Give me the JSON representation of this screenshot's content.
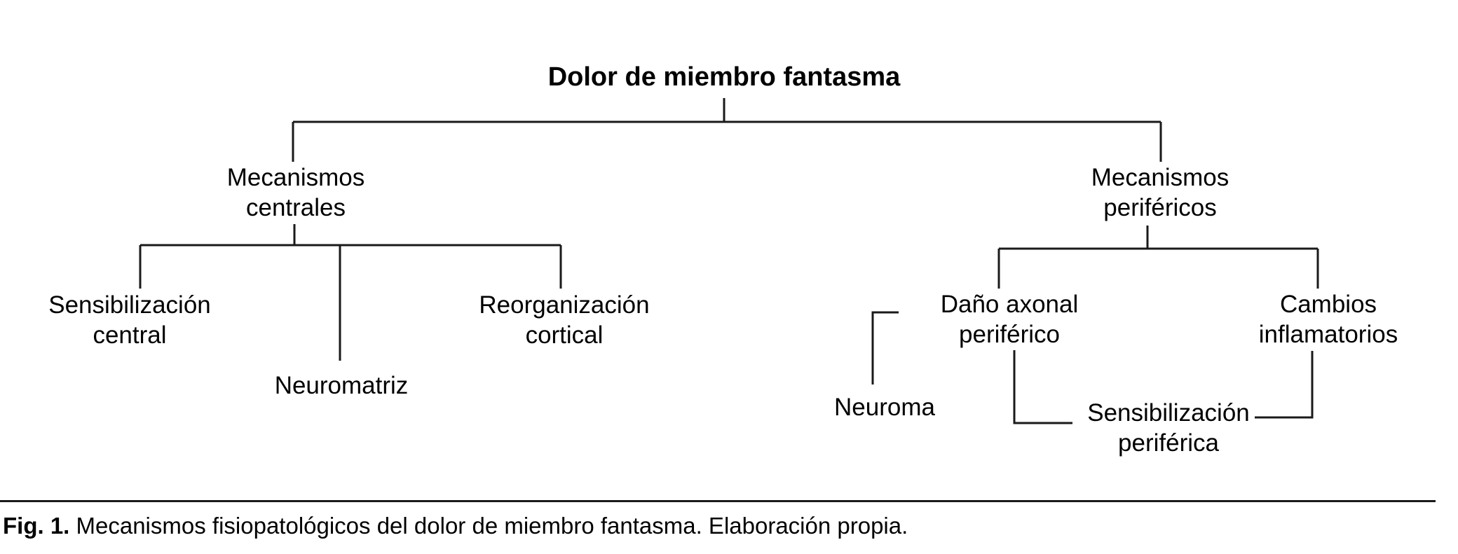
{
  "figure": {
    "root": {
      "label": "Dolor de miembro fantasma"
    },
    "branches": [
      {
        "id": "mecanismos-centrales",
        "line1": "Mecanismos",
        "line2": "centrales",
        "children": [
          {
            "id": "sensibilizacion-central",
            "line1": "Sensibilización",
            "line2": "central"
          },
          {
            "id": "neuromatriz",
            "line1": "Neuromatriz",
            "line2": ""
          },
          {
            "id": "reorganizacion-cortical",
            "line1": "Reorganización",
            "line2": "cortical"
          }
        ]
      },
      {
        "id": "mecanismos-perifericos",
        "line1": "Mecanismos",
        "line2": "periféricos",
        "children": [
          {
            "id": "dano-axonal-periferico",
            "line1": "Daño axonal",
            "line2": "periférico"
          },
          {
            "id": "cambios-inflamatorios",
            "line1": "Cambios",
            "line2": "inflamatorios"
          }
        ],
        "grandchildren": [
          {
            "id": "neuroma",
            "line1": "Neuroma",
            "line2": ""
          },
          {
            "id": "sensibilizacion-periferica",
            "line1": "Sensibilización",
            "line2": "periférica"
          }
        ]
      }
    ]
  },
  "caption": {
    "label": "Fig. 1.",
    "text": " Mecanismos fisiopatológicos del dolor de miembro fantasma. Elaboración propia."
  },
  "colors": {
    "line": "#1a1a1a",
    "text": "#000000",
    "background": "#ffffff"
  }
}
